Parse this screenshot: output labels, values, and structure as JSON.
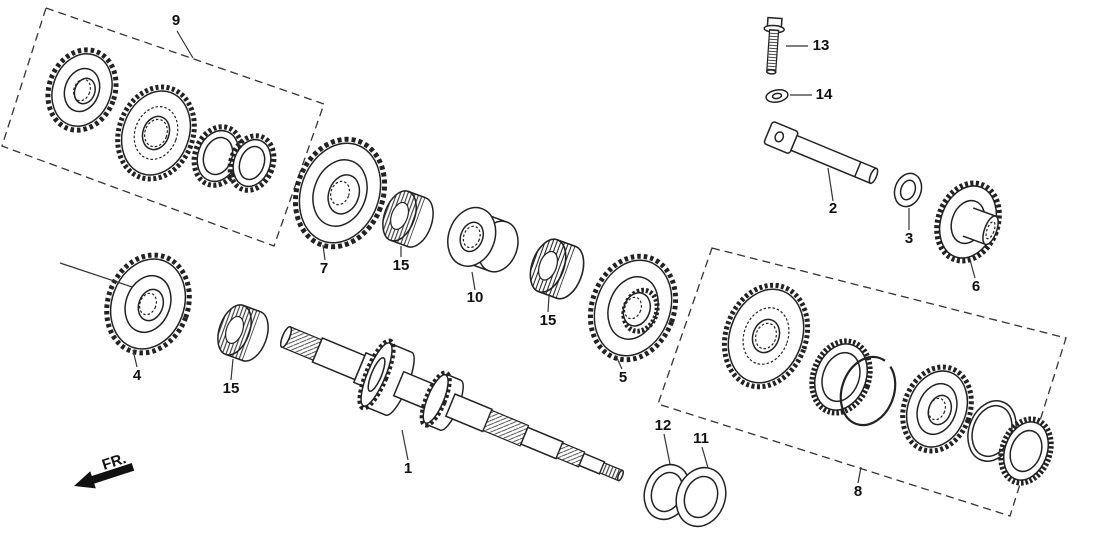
{
  "diagram": {
    "direction_label": "FR.",
    "part_labels": {
      "p1": "1",
      "p2": "2",
      "p3": "3",
      "p4": "4",
      "p5": "5",
      "p6": "6",
      "p7": "7",
      "p8": "8",
      "p9": "9",
      "p10": "10",
      "p11": "11",
      "p12": "12",
      "p13": "13",
      "p14": "14",
      "p15": "15"
    }
  }
}
